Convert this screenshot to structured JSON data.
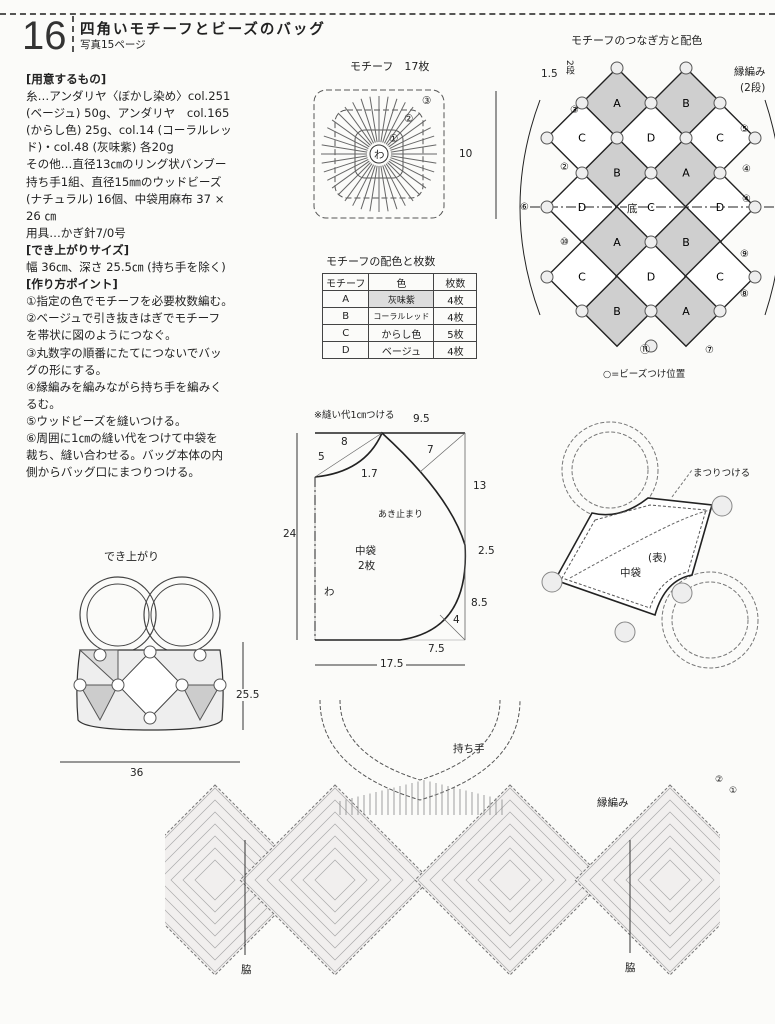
{
  "header": {
    "number": "16",
    "title": "四角いモチーフとビーズのバッグ",
    "subtitle": "写真15ページ"
  },
  "instructions": {
    "materials_heading": "[用意するもの]",
    "materials_lines": [
      "糸…アンダリヤ〈ぼかし染め〉col.251",
      "(ベージュ) 50g、アンダリヤ　col.165",
      "(からし色) 25g、col.14 (コーラルレッ",
      "ド)・col.48 (灰味紫) 各20g",
      "その他…直径13㎝のリング状バンブー",
      "持ち手1組、直径15㎜のウッドビーズ",
      "(ナチュラル) 16個、中袋用麻布 37 ×",
      "26 ㎝",
      "用具…かぎ針7/0号"
    ],
    "size_heading": "[でき上がりサイズ]",
    "size_text": "幅 36㎝、深さ 25.5㎝ (持ち手を除く)",
    "points_heading": "[作り方ポイント]",
    "points_lines": [
      "①指定の色でモチーフを必要枚数編む。",
      "②ベージュで引き抜きはぎでモチーフ",
      "を帯状に図のようにつなぐ。",
      "③丸数字の順番にたてにつないでバッ",
      "グの形にする。",
      "④縁編みを編みながら持ち手を編みく",
      "るむ。",
      "⑤ウッドビーズを縫いつける。",
      "⑥周囲に1㎝の縫い代をつけて中袋を",
      "裁ち、縫い合わせる。バッグ本体の内",
      "側からバッグ口にまつりつける。"
    ]
  },
  "motif": {
    "title": "モチーフ　17枚",
    "center_label": "わ",
    "rounds": [
      "①",
      "②",
      "③"
    ],
    "size": "10"
  },
  "color_table": {
    "title": "モチーフの配色と枚数",
    "headers": [
      "モチーフ",
      "色",
      "枚数"
    ],
    "rows": [
      {
        "motif": "A",
        "color": "灰味紫",
        "count": "4枚"
      },
      {
        "motif": "B",
        "color": "コーラルレッド",
        "count": "4枚"
      },
      {
        "motif": "C",
        "color": "からし色",
        "count": "5枚"
      },
      {
        "motif": "D",
        "color": "ベージュ",
        "count": "4枚"
      }
    ]
  },
  "joining": {
    "title": "モチーフのつなぎ方と配色",
    "edge_width": "1.5",
    "edge_rows": "2段",
    "edging_label": "縁編み",
    "edging_rows": "(2段)",
    "bottom_label": "底",
    "legend": "○=ビーズつけ位置",
    "order_marks": [
      "①",
      "②",
      "③",
      "④",
      "⑤",
      "⑥",
      "⑦",
      "⑧",
      "⑨",
      "⑩",
      "⑪"
    ]
  },
  "lining": {
    "note": "※縫い代1㎝つける",
    "name": "中袋",
    "qty": "2枚",
    "fold_label": "わ",
    "opening_label": "あき止まり",
    "dims": {
      "top": "9.5",
      "d8": "8",
      "d5": "5",
      "d17": "1.7",
      "d7": "7",
      "d13": "13",
      "d25": "2.5",
      "d85": "8.5",
      "d4": "4",
      "d75": "7.5",
      "height": "24",
      "width": "17.5"
    }
  },
  "assembly": {
    "sew_label": "まつりつける",
    "face_label": "(表)",
    "lining_label": "中袋"
  },
  "finished": {
    "title": "でき上がり",
    "height": "25.5",
    "width": "36"
  },
  "chart": {
    "handle_label": "持ち手",
    "edging_label": "縁編み",
    "rows": [
      "②",
      "①"
    ],
    "side_left": "脇",
    "side_right": "脇"
  }
}
